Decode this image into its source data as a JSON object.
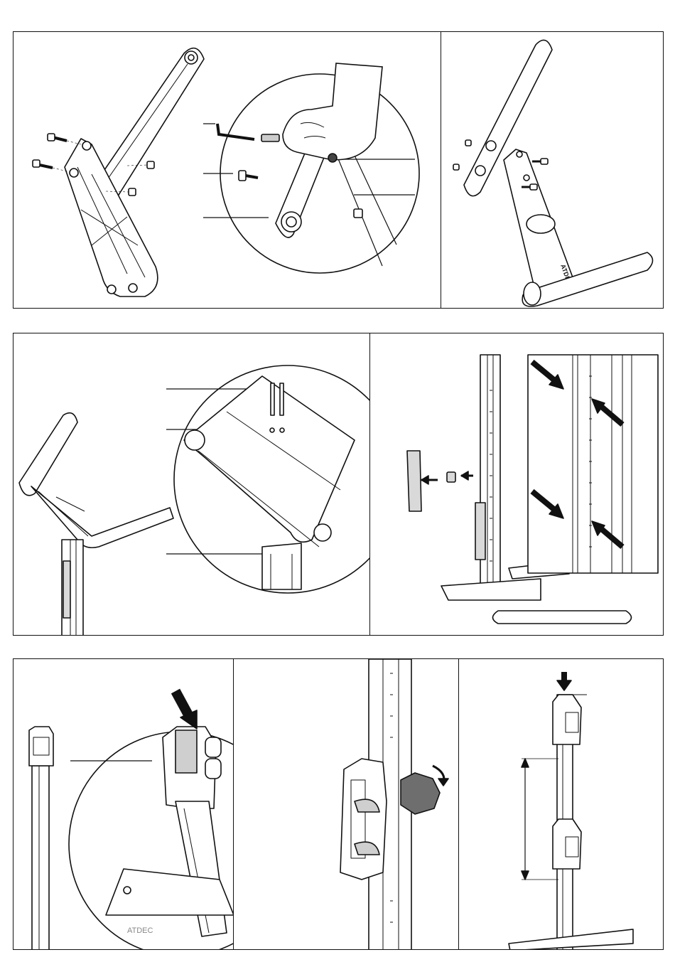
{
  "document": {
    "type": "assembly-instructions",
    "rows": 3
  },
  "brand": {
    "logo_text": "ATDEC"
  },
  "colors": {
    "line": "#111111",
    "fill": "#ffffff",
    "shade": "#d9d9d9",
    "dark": "#1a1a1a",
    "zoom_shade": "#cfcfcf"
  },
  "steps": [
    {
      "id": "step-1a",
      "content": "arm-and-bracket-exploded-with-screws"
    },
    {
      "id": "step-1b",
      "content": "hand-tightening-screw-with-hex-key-zoom"
    },
    {
      "id": "step-1c",
      "content": "assembled-arm-on-base-plate"
    },
    {
      "id": "step-2a",
      "content": "arm-attached-to-pole-top-zoom"
    },
    {
      "id": "step-2b",
      "content": "clip-insert-removed-from-pole-with-arrows"
    },
    {
      "id": "step-3a",
      "content": "pole-cap-insertion-zoom"
    },
    {
      "id": "step-3b",
      "content": "knob-tightening-rotation"
    },
    {
      "id": "step-3c",
      "content": "clamp-height-adjustment"
    }
  ]
}
